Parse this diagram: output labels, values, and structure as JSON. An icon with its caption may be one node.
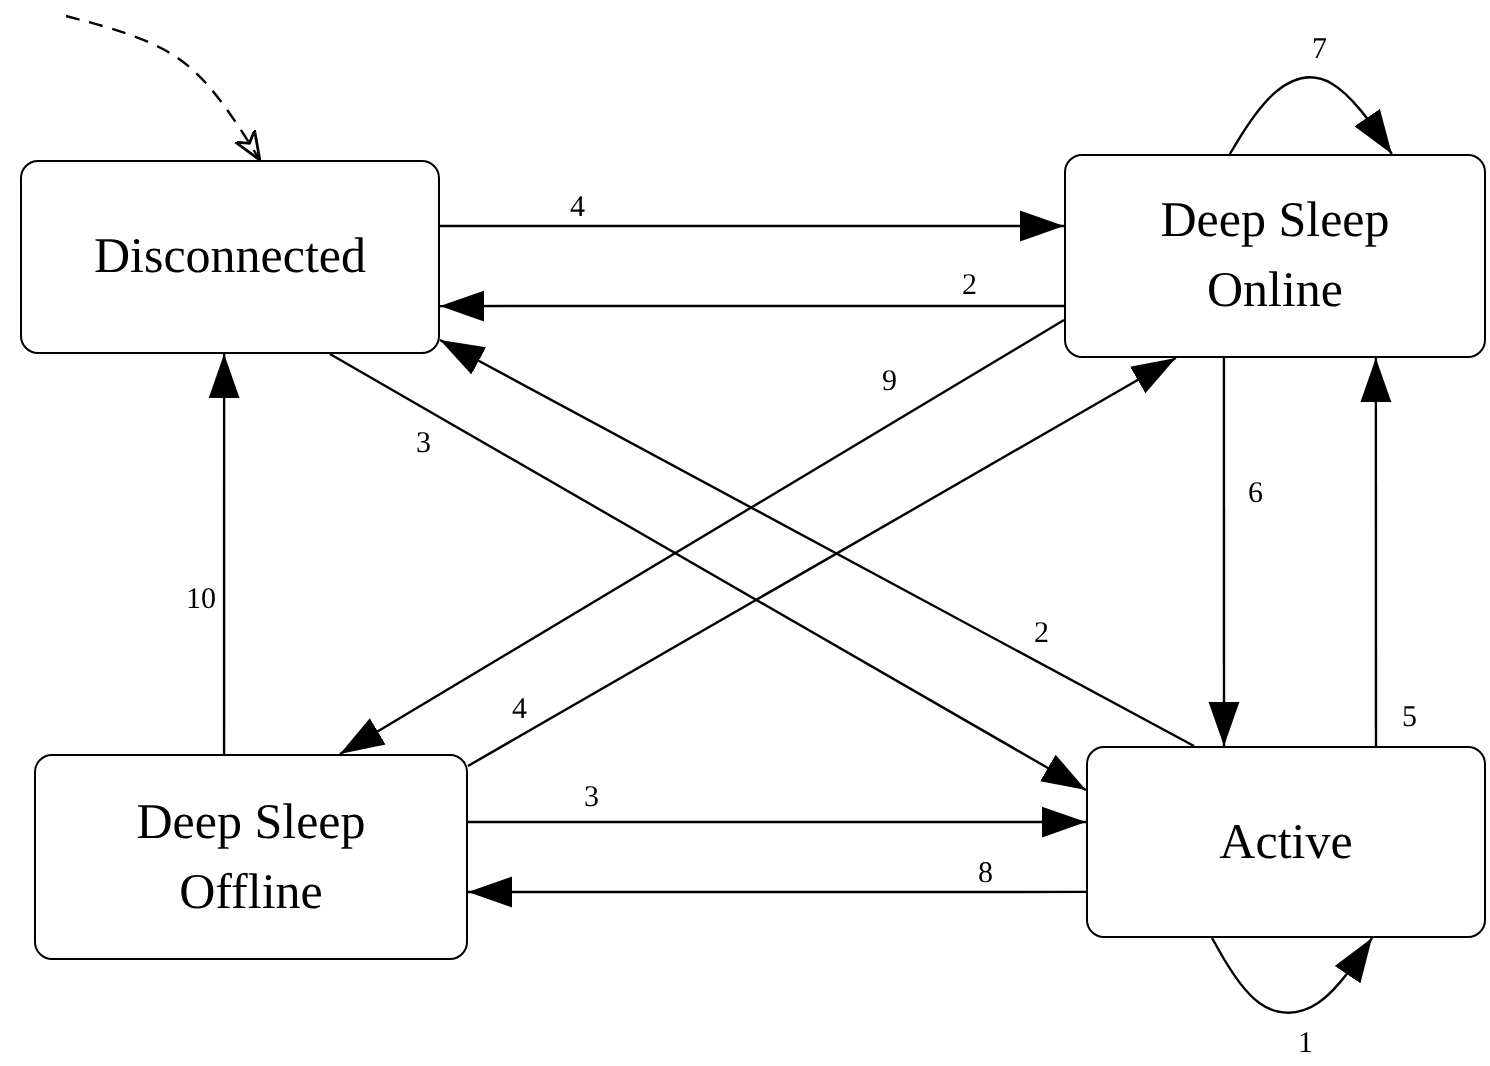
{
  "diagram": {
    "nodes": [
      {
        "text": [
          "Disconnected"
        ]
      },
      {
        "text": [
          "Deep Sleep Online"
        ]
      },
      {
        "text": [
          "Deep Sleep Offline"
        ]
      },
      {
        "text": [
          "Active"
        ]
      }
    ],
    "edges": [
      {
        "from": null,
        "to": 0,
        "arrow": "to",
        "style": "dashed"
      },
      {
        "from": 0,
        "to": 1,
        "arrow": "to",
        "label": "4"
      },
      {
        "from": 1,
        "to": 0,
        "arrow": "to",
        "label": "2"
      },
      {
        "from": 0,
        "to": 3,
        "arrow": "to",
        "label": "3"
      },
      {
        "from": 1,
        "to": 2,
        "arrow": "to",
        "label": "9"
      },
      {
        "from": 2,
        "to": 0,
        "arrow": "to",
        "label": "10"
      },
      {
        "from": 1,
        "to": 3,
        "arrow": "to",
        "label": "6"
      },
      {
        "from": 3,
        "to": 0,
        "arrow": "to",
        "label": "2"
      },
      {
        "from": 2,
        "to": 1,
        "arrow": "to",
        "label": "4"
      },
      {
        "from": 3,
        "to": 1,
        "arrow": "to",
        "label": "5"
      },
      {
        "from": 2,
        "to": 3,
        "arrow": "to",
        "label": "3"
      },
      {
        "from": 3,
        "to": 2,
        "arrow": "to",
        "label": "8"
      },
      {
        "from": 1,
        "to": 1,
        "arrow": "to",
        "label": "7"
      },
      {
        "from": 3,
        "to": 3,
        "arrow": "to",
        "label": "1"
      }
    ]
  }
}
